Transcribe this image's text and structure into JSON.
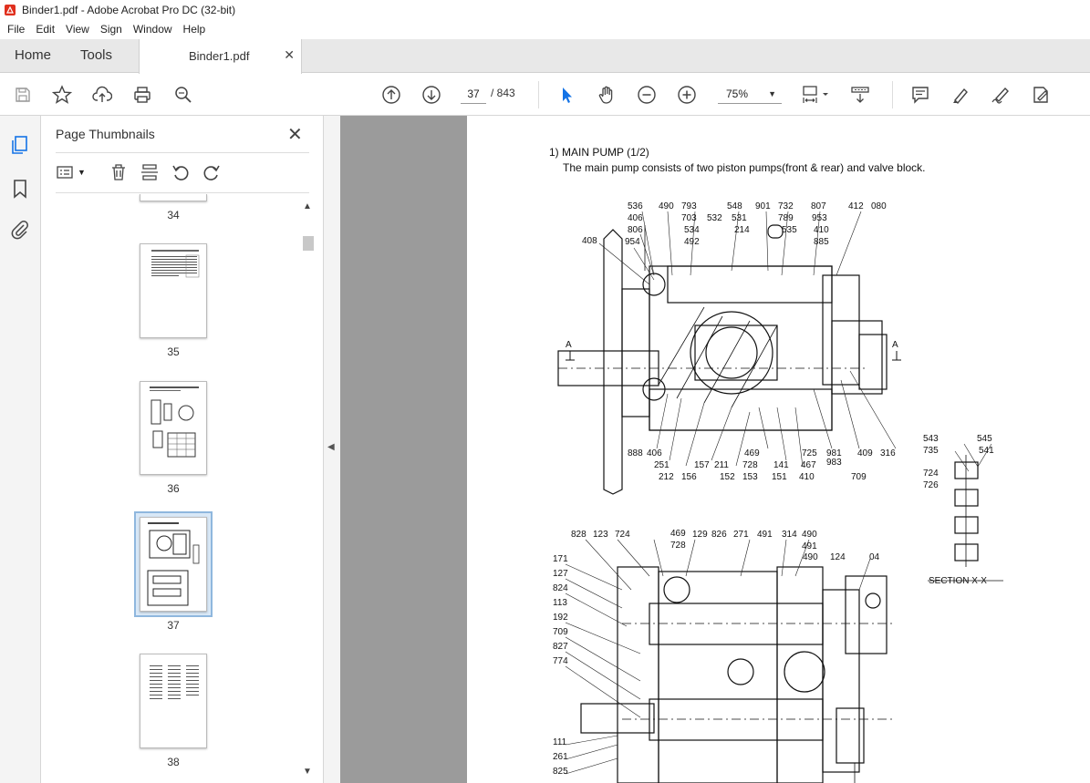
{
  "window": {
    "title": "Binder1.pdf - Adobe Acrobat Pro DC (32-bit)"
  },
  "menu": [
    "File",
    "Edit",
    "View",
    "Sign",
    "Window",
    "Help"
  ],
  "tabs": {
    "home": "Home",
    "tools": "Tools",
    "document": "Binder1.pdf"
  },
  "toolbar": {
    "current_page": "37",
    "page_total": "/ 843",
    "zoom": "75%"
  },
  "panel": {
    "title": "Page Thumbnails"
  },
  "thumbnails": [
    {
      "label": "34"
    },
    {
      "label": "35"
    },
    {
      "label": "36"
    },
    {
      "label": "37",
      "selected": true
    },
    {
      "label": "38"
    }
  ],
  "document": {
    "heading": "1) MAIN PUMP (1/2)",
    "description": "The main pump consists of two piston pumps(front & rear) and valve block.",
    "section_label": "SECTION  X-X",
    "section_markers": [
      "A",
      "A"
    ],
    "callouts_top": [
      "536",
      "490",
      "793",
      "548",
      "901",
      "732",
      "807",
      "412",
      "080",
      "406",
      "703",
      "532",
      "531",
      "789",
      "953",
      "806",
      "534",
      "214",
      "535",
      "410",
      "954",
      "492",
      "885",
      "408"
    ],
    "callouts_bottom_row": [
      "888",
      "406",
      "251",
      "212",
      "157",
      "156",
      "211",
      "152",
      "469",
      "728",
      "153",
      "141",
      "151",
      "725",
      "467",
      "410",
      "981",
      "983",
      "709",
      "409",
      "316"
    ],
    "callouts_section": [
      "543",
      "545",
      "735",
      "541",
      "724",
      "726"
    ],
    "callouts_lower_top": [
      "828",
      "123",
      "724",
      "469",
      "728",
      "129",
      "826",
      "271",
      "491",
      "314",
      "490",
      "491",
      "490",
      "124",
      "04"
    ],
    "callouts_lower_left": [
      "171",
      "127",
      "824",
      "113",
      "192",
      "709",
      "827",
      "774",
      "111",
      "261",
      "825"
    ]
  }
}
